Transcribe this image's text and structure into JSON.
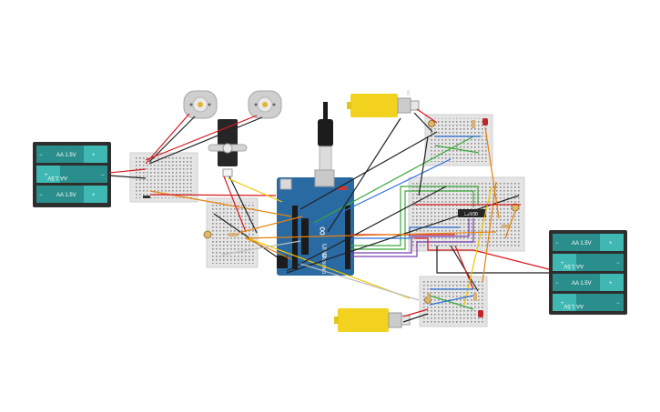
{
  "colors": {
    "breadboard": "#e4e4e4",
    "arduino": "#2a6aa3",
    "battery_case": "#2e2e2e",
    "battery_cell": "#3aa9a6",
    "motor_yellow": "#f2d21e",
    "motor_grey": "#cfcfcf",
    "wire_red": "#d7191c",
    "wire_black": "#222222",
    "wire_yellow": "#f2c500",
    "wire_orange": "#e8820c",
    "wire_green": "#3aa83a",
    "wire_blue": "#2b6fd6",
    "wire_purple": "#7a3fb0",
    "wire_grey": "#bdbdbd",
    "led_red": "#c0272d"
  },
  "batteries": {
    "left": {
      "cells": [
        "AA 1.5V",
        "AA 1.5V",
        "AA 1.5V"
      ],
      "plus": "+",
      "minus": "−"
    },
    "right": {
      "cells": [
        "AA 1.5V",
        "AA 1.5V",
        "AA 1.5V",
        "AA 1.5V"
      ],
      "plus": "+",
      "minus": "−"
    }
  },
  "arduino": {
    "logo": "∞",
    "name": "UNO",
    "brand": "ARDUINO"
  },
  "ic": {
    "label": "L293D"
  }
}
